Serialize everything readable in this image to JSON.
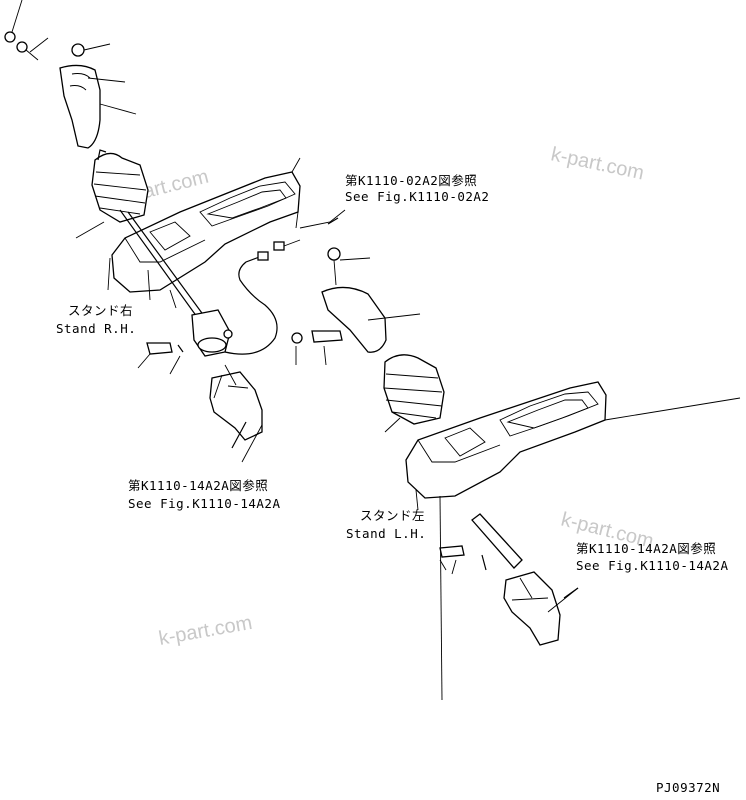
{
  "labels": {
    "ref_top_jp": "第K1110-02A2図参照",
    "ref_top_en": "See Fig.K1110-02A2",
    "stand_rh_jp": "スタンド右",
    "stand_rh_en": "Stand R.H.",
    "ref_mid_jp": "第K1110-14A2A図参照",
    "ref_mid_en": "See Fig.K1110-14A2A",
    "stand_lh_jp": "スタンド左",
    "stand_lh_en": "Stand L.H.",
    "ref_right_jp": "第K1110-14A2A図参照",
    "ref_right_en": "See Fig.K1110-14A2A",
    "drawing_number": "PJ09372N"
  },
  "watermarks": [
    "k-part.com",
    "k-part.com",
    "k-part.com",
    "k-part.com"
  ]
}
